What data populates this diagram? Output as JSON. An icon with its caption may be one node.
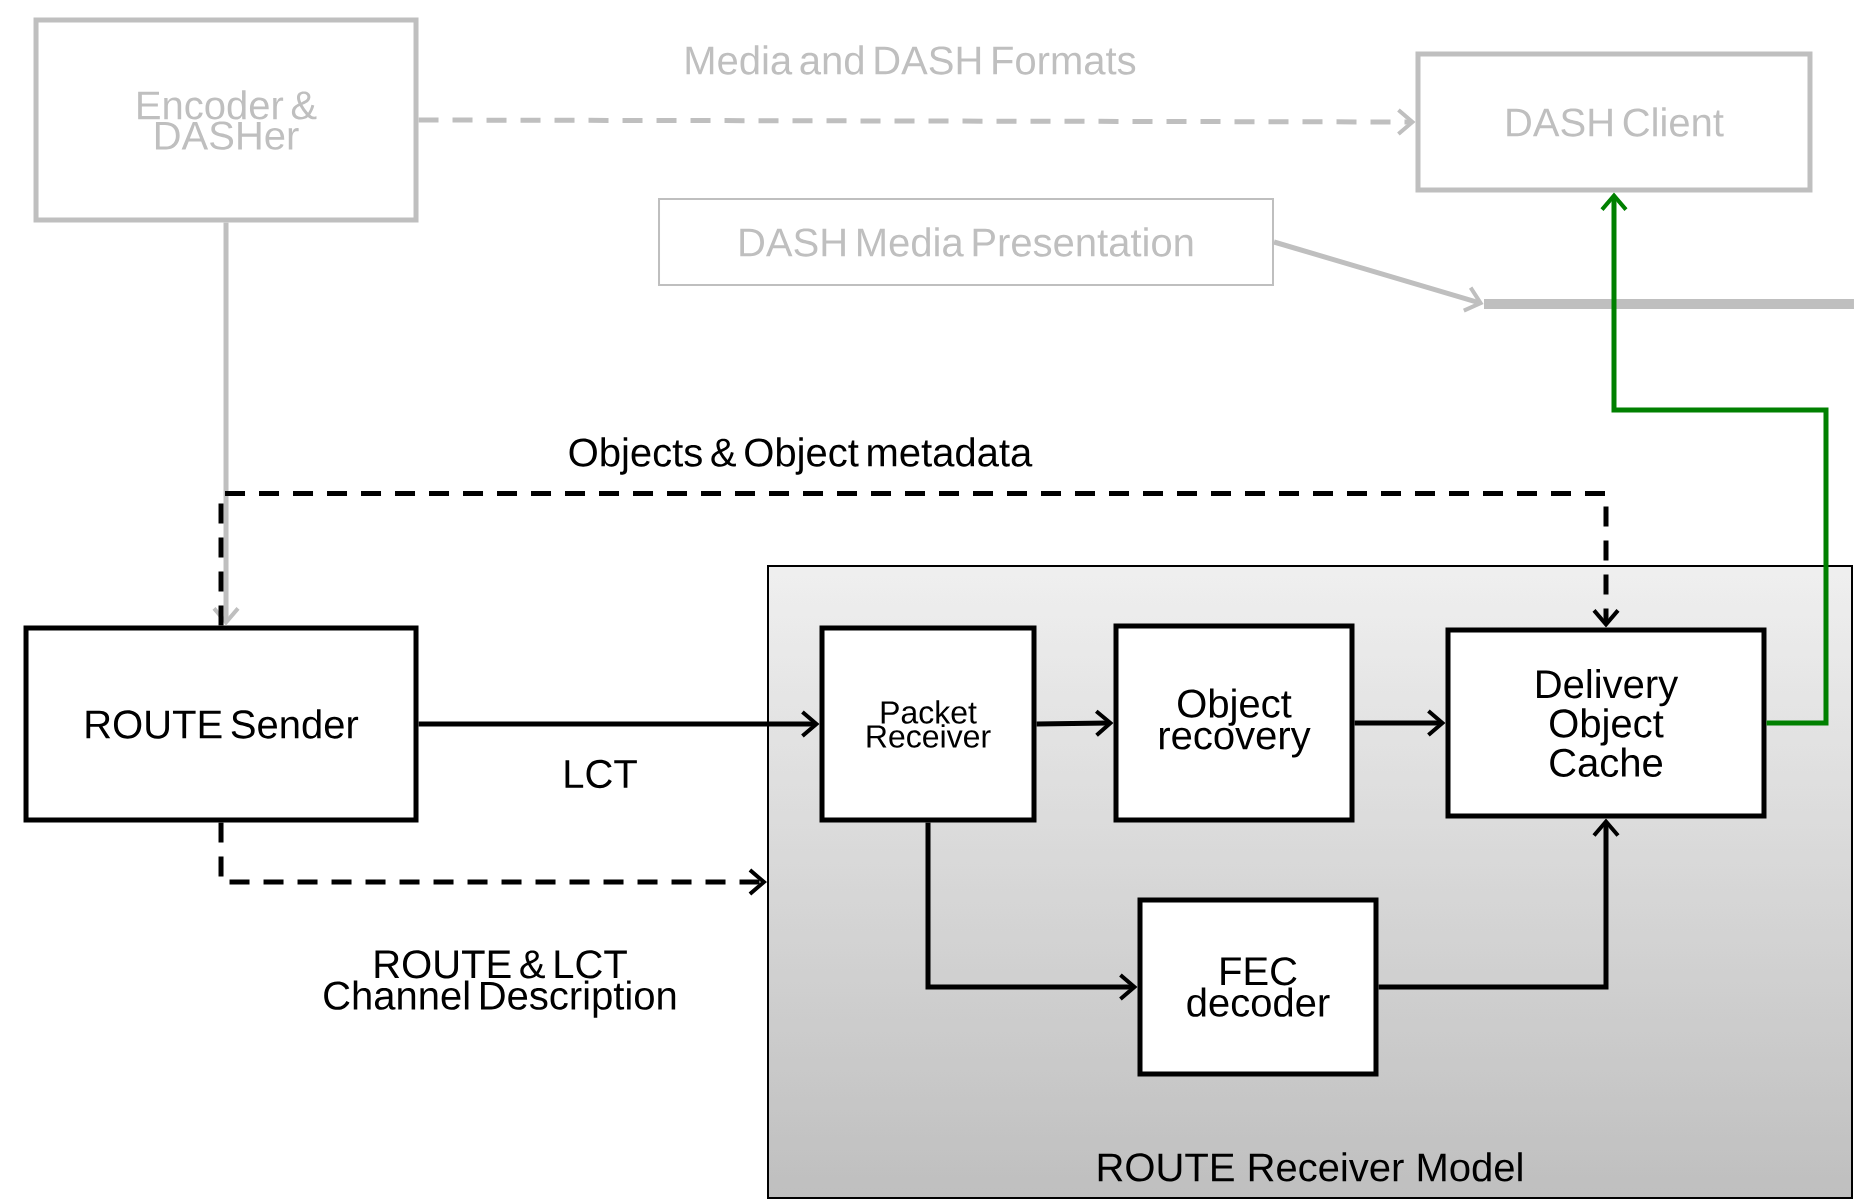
{
  "diagram": {
    "nodes": [
      {
        "text": [
          "Encoder & DASHer"
        ]
      },
      {
        "text": [
          "DASH Client"
        ]
      },
      {
        "text": [
          "DASH Media Presentation"
        ]
      },
      {
        "text": [],
        "shape": "bar"
      },
      {
        "text": [
          "ROUTE Sender"
        ]
      },
      {
        "text": [
          "ROUTE Receiver Model"
        ]
      },
      {
        "text": [
          "Packet Receiver"
        ],
        "in": 5
      },
      {
        "text": [
          "Object recovery"
        ],
        "in": 5
      },
      {
        "text": [
          "Delivery Object Cache"
        ],
        "in": 5
      },
      {
        "text": [
          "FEC decoder"
        ],
        "in": 5
      }
    ],
    "edges": [
      {
        "from": 0,
        "to": 1,
        "arrow": "to",
        "label": "Media and DASH Formats",
        "style": "dashed",
        "color": "#bfbfbf"
      },
      {
        "from": 2,
        "to": 3,
        "arrow": "to",
        "color": "#bfbfbf"
      },
      {
        "from": 0,
        "to": 4,
        "arrow": "to",
        "color": "#bfbfbf"
      },
      {
        "from": 4,
        "to": 8,
        "arrow": "to",
        "label": "Objects & Object metadata",
        "style": "dashed"
      },
      {
        "from": 4,
        "to": 6,
        "arrow": "to",
        "label": "LCT"
      },
      {
        "from": 4,
        "to": 5,
        "arrow": "to",
        "label": "ROUTE & LCT Channel Description",
        "style": "dashed"
      },
      {
        "from": 6,
        "to": 7,
        "arrow": "to"
      },
      {
        "from": 7,
        "to": 8,
        "arrow": "to"
      },
      {
        "from": 6,
        "to": 9,
        "arrow": "to"
      },
      {
        "from": 9,
        "to": 8,
        "arrow": "to"
      },
      {
        "from": 8,
        "to": 1,
        "arrow": "to",
        "color": "#008000"
      }
    ]
  }
}
